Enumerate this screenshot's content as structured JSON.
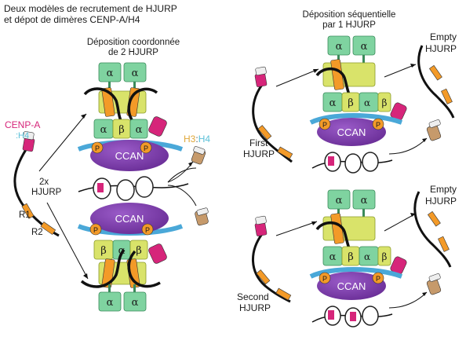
{
  "title": {
    "line1": "Deux modèles de recrutement de HJURP",
    "line2": "et dépot de  dimères CENP-A/H4"
  },
  "left_model": {
    "title_line1": "Déposition coordonnée",
    "title_line2": "de 2 HJURP",
    "cenpa_label": "CENP-A",
    "h4_label": ":H4",
    "multiplier_line1": "2x",
    "multiplier_line2": "HJURP",
    "r1_label": "R1",
    "r2_label": "R2",
    "h3_label": "H3",
    "h3_h4_h4": "H4",
    "h3_sep": ":",
    "ccan_label": "CCAN",
    "alpha": "α",
    "beta": "β",
    "p": "P"
  },
  "right_model": {
    "title_line1": "Déposition séquentielle",
    "title_line2": "par 1 HJURP",
    "first_line1": "First",
    "first_line2": "HJURP",
    "second_line1": "Second",
    "second_line2": "HJURP",
    "empty1_line1": "Empty",
    "empty1_line2": "HJURP",
    "empty2_line1": "Empty",
    "empty2_line2": "HJURP",
    "ccan_label": "CCAN",
    "alpha": "α",
    "beta": "β",
    "p": "P"
  },
  "colors": {
    "alpha_box": "#7fd3a0",
    "beta_box": "#d9e36a",
    "orange": "#f39a28",
    "magenta": "#d6257a",
    "ccan": "#7b3ea8",
    "blue": "#4aa8d8",
    "tan": "#c69a6b",
    "h4_cyan": "#5bc0d8",
    "h3_yellow": "#e8b84a"
  }
}
